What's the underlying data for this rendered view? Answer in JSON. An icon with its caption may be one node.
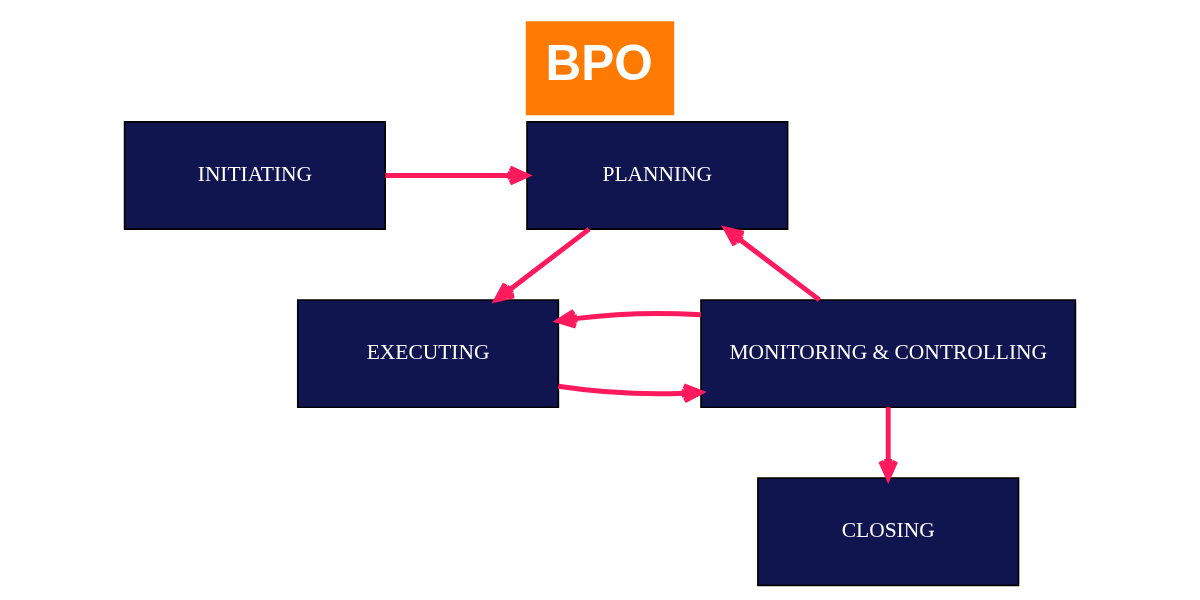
{
  "diagram": {
    "title": "BPO",
    "nodes": [
      {
        "text": [
          "INITIATING"
        ]
      },
      {
        "text": [
          "PLANNING"
        ]
      },
      {
        "text": [
          "MONITORING & CONTROLLING"
        ]
      },
      {
        "text": [
          "EXECUTING"
        ]
      },
      {
        "text": [
          "CLOSING"
        ]
      }
    ],
    "edges": [
      {
        "from": 0,
        "to": 1,
        "arrow": "to"
      },
      {
        "from": 2,
        "to": 1,
        "arrow": "to"
      },
      {
        "from": 1,
        "to": 3,
        "arrow": "to"
      },
      {
        "from": 3,
        "to": 2,
        "arrow": "to"
      },
      {
        "from": 2,
        "to": 3,
        "arrow": "to"
      },
      {
        "from": 2,
        "to": 4,
        "arrow": "to"
      }
    ]
  }
}
